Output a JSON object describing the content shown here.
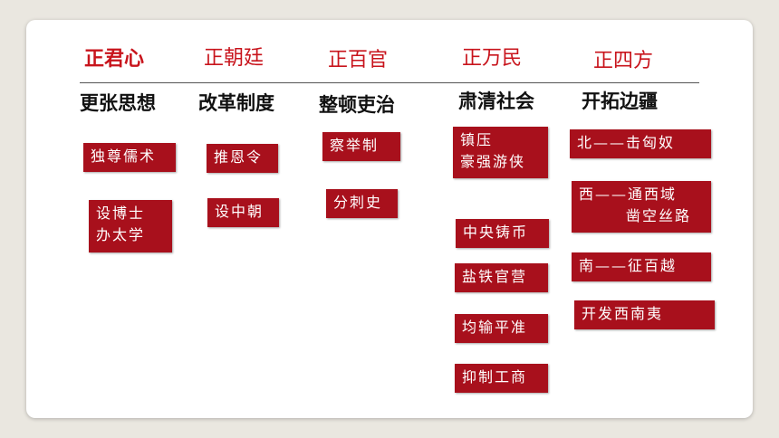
{
  "headings": [
    "正君心",
    "正朝廷",
    "正百官",
    "正万民",
    "正四方"
  ],
  "subheadings": [
    "更张思想",
    "改革制度",
    "整顿吏治",
    "肃清社会",
    "开拓边疆"
  ],
  "col1": {
    "b1": "独尊儒术",
    "b2_l1": "设博士",
    "b2_l2": "办太学"
  },
  "col2": {
    "b1": "推恩令",
    "b2": "设中朝"
  },
  "col3": {
    "b1": "察举制",
    "b2": "分刺史"
  },
  "col4": {
    "b1_l1": "镇压",
    "b1_l2": "豪强游侠",
    "b2": "中央铸币",
    "b3": "盐铁官营",
    "b4": "均输平准",
    "b5": "抑制工商"
  },
  "col5": {
    "b1": "北——击匈奴",
    "b2_l1": "西——通西域",
    "b2_l2": "凿空丝路",
    "b3": "南——征百越",
    "b4": "开发西南夷"
  }
}
